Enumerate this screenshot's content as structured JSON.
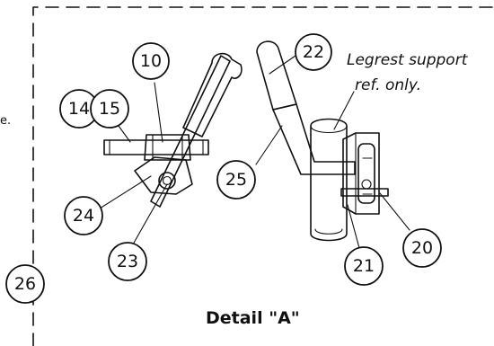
{
  "diagram": {
    "detail_title": "Detail \"A\"",
    "note": {
      "line1": "Legrest support",
      "line2": "ref. only."
    },
    "edge_fragment": "e.",
    "callouts": [
      "10",
      "14",
      "15",
      "20",
      "21",
      "22",
      "23",
      "24",
      "25",
      "26"
    ]
  }
}
